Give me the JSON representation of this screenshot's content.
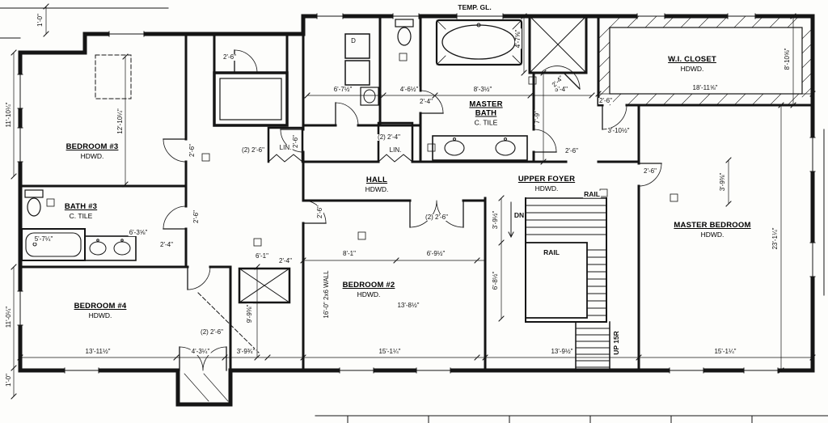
{
  "rooms": {
    "bedroom3": {
      "name": "BEDROOM #3",
      "floor": "HDWD."
    },
    "bath3": {
      "name": "BATH #3",
      "floor": "C. TILE"
    },
    "bedroom4": {
      "name": "BEDROOM #4",
      "floor": "HDWD."
    },
    "bedroom2": {
      "name": "BEDROOM #2",
      "floor": "HDWD."
    },
    "hall": {
      "name": "HALL",
      "floor": "HDWD."
    },
    "master_bath": {
      "name": "MASTER BATH",
      "floor": "C. TILE"
    },
    "wi_closet": {
      "name": "W.I. CLOSET",
      "floor": "HDWD."
    },
    "upper_foyer": {
      "name": "UPPER FOYER",
      "floor": "HDWD."
    },
    "master_bedroom": {
      "name": "MASTER BEDROOM",
      "floor": "HDWD."
    }
  },
  "stairs": {
    "rail_top": "RAIL",
    "rail_well": "RAIL",
    "down_label": "DN",
    "up_label": "UP 15R"
  },
  "closets": {
    "lin1": "LIN.",
    "lin2": "LIN."
  },
  "appliances": {
    "dryer": "D"
  },
  "notes": {
    "temp_glass": "TEMP. GL.",
    "bearing_wall": "16'-0\" 2x6 WALL"
  },
  "dims": {
    "top1": "6'-7½\"",
    "top2": "4'-6½\"",
    "top3": "8'-3½\"",
    "top4": "5'-4\"",
    "top5": "2'-4\"",
    "wic_width": "18'-11⅝\"",
    "wic_depth": "8'-10⅝\"",
    "left_top_offset": "1'-0\"",
    "bed3_depth": "11'-10¼\"",
    "bed3_width_inner": "12'-10¼\"",
    "bed4_depth": "11'-0¼\"",
    "left_bottom_offset": "1'-0\"",
    "mbr_depth": "23'-1¼\"",
    "mbr_offset": "3'-9⅜\"",
    "bottom1": "13'-11½\"",
    "bottom2": "4'-3¼\"",
    "bottom3": "3'-9¾\"",
    "bottom4": "15'-1¼\"",
    "bottom5": "13'-9½\"",
    "bottom6": "15'-1¼\"",
    "shower_width": "4'-7⅝\"",
    "shower_door": "2'-4\"",
    "vest_depth": "7'-9\"",
    "wic_door": "2'-6\"",
    "vest_offset": "3'-10½\"",
    "bath_door2": "2'-6\"",
    "lin2_doors": "(2) 2'-4\"",
    "lin1_doors": "(2) 2'-6\"",
    "closet_door": "2'-6\"",
    "hall_door": "2'-6\"",
    "bed2_door": "2'-6\"",
    "bed2_dbl_doors": "(2) 2'-6\"",
    "mbr_door": "2'-6\"",
    "bed3_door": "2'-6\"",
    "bath3_door": "2'-6\"",
    "tub_len": "5'-7¼\"",
    "vanity_len": "6'-3⅝\"",
    "bath3_dim": "2'-4\"",
    "bed2_a": "8'-1\"",
    "bed2_b": "6'-9½\"",
    "bed2_c": "13'-8½\"",
    "chute_a": "6'-1\"",
    "chute_b": "2'-4\"",
    "bed4_cl_doors": "(2) 2'-6\"",
    "bed4_height": "9'-9⅜\"",
    "stair_a": "3'-9½\"",
    "stair_b": "6'-8½\""
  }
}
